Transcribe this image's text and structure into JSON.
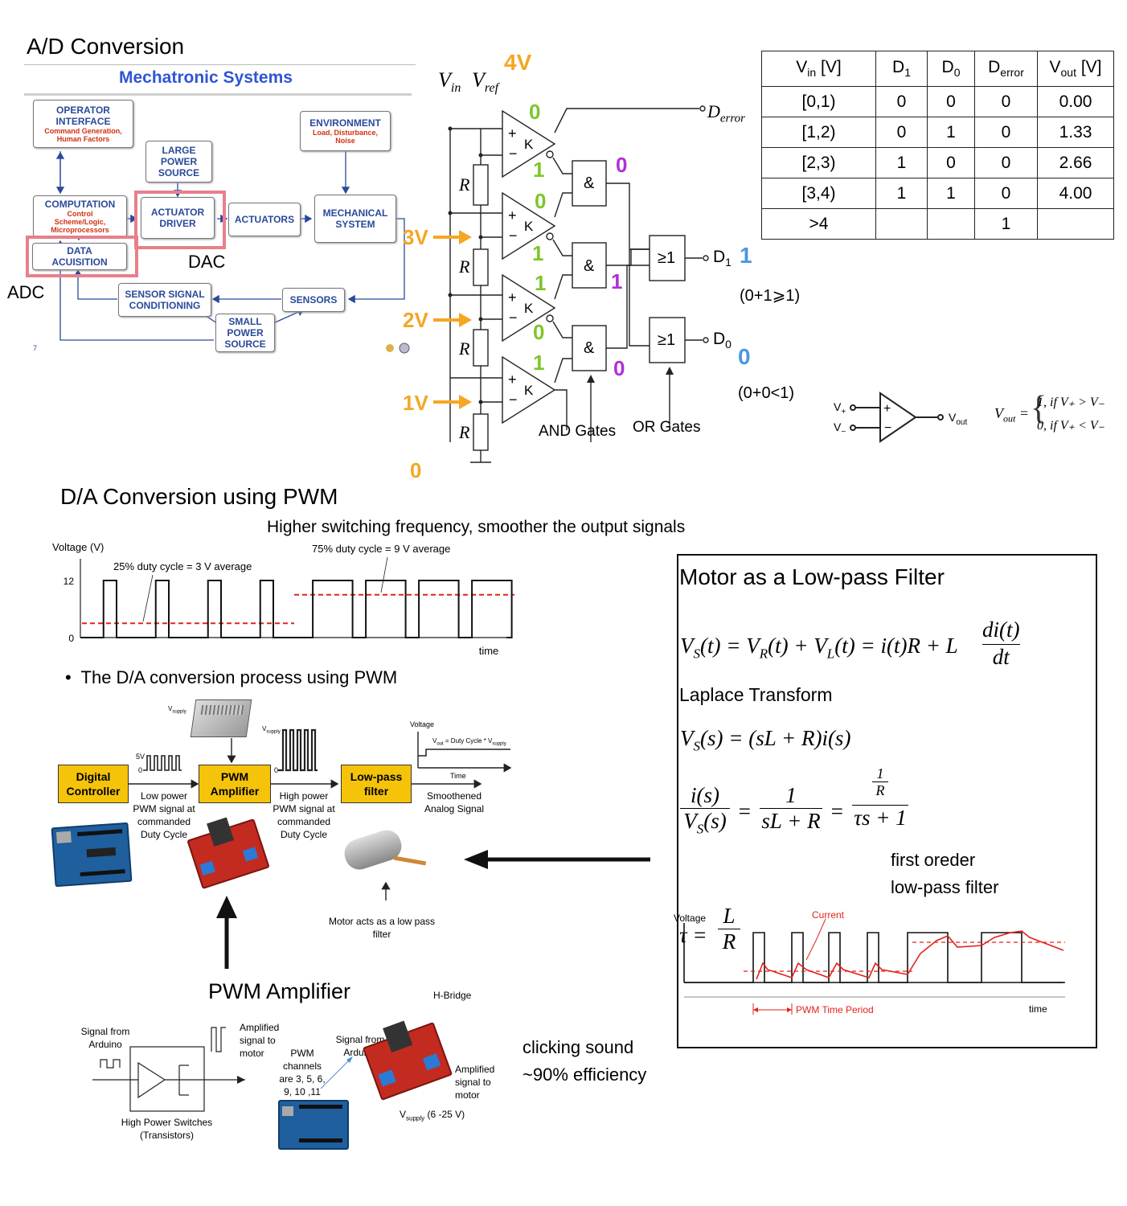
{
  "ad": {
    "title": "A/D Conversion",
    "mech_header": "Mechatronic Systems",
    "boxes": {
      "operator": "OPERATOR INTERFACE",
      "operator_sub": "Command Generation, Human Factors",
      "large_power": "LARGE POWER SOURCE",
      "environment": "ENVIRONMENT",
      "environment_sub": "Load, Disturbance, Noise",
      "computation": "COMPUTATION",
      "computation_sub": "Control Scheme/Logic, Microprocessors",
      "actuator_driver": "ACTUATOR DRIVER",
      "actuators": "ACTUATORS",
      "mechanical": "MECHANICAL SYSTEM",
      "data_acq": "DATA ACUISITION",
      "sensor_cond": "SENSOR SIGNAL CONDITIONING",
      "sensors": "SENSORS",
      "small_power": "SMALL POWER SOURCE"
    },
    "page_num": "7",
    "label_dac": "DAC",
    "label_adc": "ADC"
  },
  "circuit": {
    "vin": "V",
    "vin_sub": "in",
    "vref": "V",
    "vref_sub": "ref",
    "resistor": "R",
    "comparator": "K",
    "and_gate": "&",
    "or_gate": "≥1",
    "derror": "D",
    "derror_sub": "error",
    "d1": "D",
    "d1_sub": "1",
    "d0": "D",
    "d0_sub": "0",
    "and_label": "AND Gates",
    "or_label": "OR Gates",
    "voltages": [
      "4V",
      "3V",
      "2V",
      "1V",
      "0"
    ],
    "comp_outputs": [
      "0",
      "1",
      "0",
      "1",
      "1",
      "0",
      "1"
    ],
    "and_outputs": [
      "0",
      "1",
      "0"
    ],
    "d1_value": "1",
    "d0_value": "0",
    "d1_note": "(0+1⩾1)",
    "d0_note": "(0+0<1)"
  },
  "truth_table": {
    "headers": [
      "V",
      "D",
      "D",
      "D",
      "V"
    ],
    "header_subs": [
      "in",
      "1",
      "0",
      "error",
      "out"
    ],
    "header_units": [
      " [V]",
      "",
      "",
      "",
      " [V]"
    ],
    "rows": [
      [
        "[0,1)",
        "0",
        "0",
        "0",
        "0.00"
      ],
      [
        "[1,2)",
        "0",
        "1",
        "0",
        "1.33"
      ],
      [
        "[2,3)",
        "1",
        "0",
        "0",
        "2.66"
      ],
      [
        "[3,4)",
        "1",
        "1",
        "0",
        "4.00"
      ],
      [
        ">4",
        "",
        "",
        "1",
        ""
      ]
    ]
  },
  "opamp": {
    "vplus": "V",
    "vplus_sub": "+",
    "vminus": "V",
    "vminus_sub": "−",
    "vout": "V",
    "vout_sub": "out",
    "formula_lhs": "V",
    "formula_lhs_sub": "out",
    "case1": "1,  if V₊ > V₋",
    "case2": "0,  if V₊ < V₋"
  },
  "da": {
    "title": "D/A Conversion using PWM",
    "subtitle": "Higher switching frequency, smoother the output signals",
    "voltage_axis": "Voltage (V)",
    "tick_12": "12",
    "tick_0": "0",
    "time_label": "time",
    "duty25": "25% duty cycle = 3 V average",
    "duty75": "75% duty cycle = 9 V average",
    "bullet": "The D/A conversion process using PWM"
  },
  "chart_data": {
    "type": "line",
    "title": "",
    "xlabel": "time",
    "ylabel": "Voltage (V)",
    "yticks": [
      0,
      12
    ],
    "ylim": [
      0,
      12
    ],
    "series": [
      {
        "name": "25% duty cycle = 3 V average",
        "duty": 0.25,
        "average": 3,
        "high": 12,
        "pulses": 4
      },
      {
        "name": "75% duty cycle = 9 V average",
        "duty": 0.75,
        "average": 9,
        "high": 12,
        "pulses": 4
      }
    ]
  },
  "pipeline": {
    "vsupply": "V",
    "vsupply_sub": "supply",
    "digital": "Digital Controller",
    "pwm_amp": "PWM Amplifier",
    "lowpass": "Low-pass filter",
    "five_v": "5V",
    "zero": "0",
    "low_power_text": "Low power PWM signal at commanded Duty Cycle",
    "high_power_text": "High power PWM signal at commanded Duty Cycle",
    "voltage": "Voltage",
    "vout_eq": "V",
    "vout_eq_sub": "out",
    "vout_eq_rest": " = Duty Cycle * V",
    "vout_eq_sub2": "supply",
    "time": "Time",
    "smoothened": "Smoothened Analog Signal",
    "motor_text": "Motor acts as a low pass filter"
  },
  "amp": {
    "title": "PWM Amplifier",
    "signal_from": "Signal from Arduino",
    "amplified": "Amplified signal to motor",
    "high_power_switches": "High Power Switches (Transistors)",
    "pwm_channels": "PWM channels are 3, 5, 6, 9, 10 ,11",
    "signal_from2": "Signal from Arduino",
    "hbridge": "H-Bridge",
    "amplified2": "Amplified signal to motor",
    "vsupply": "V",
    "vsupply_sub": "supply",
    "vsupply_range": " (6 -25 V)",
    "clicking": "clicking sound",
    "efficiency": "~90% efficiency"
  },
  "lowpass": {
    "title": "Motor as a Low-pass Filter",
    "laplace": "Laplace Transform",
    "note1": "first oreder",
    "note2": "low-pass filter",
    "voltage": "Voltage",
    "current": "Current",
    "period": "PWM Time Period",
    "time": "time"
  }
}
